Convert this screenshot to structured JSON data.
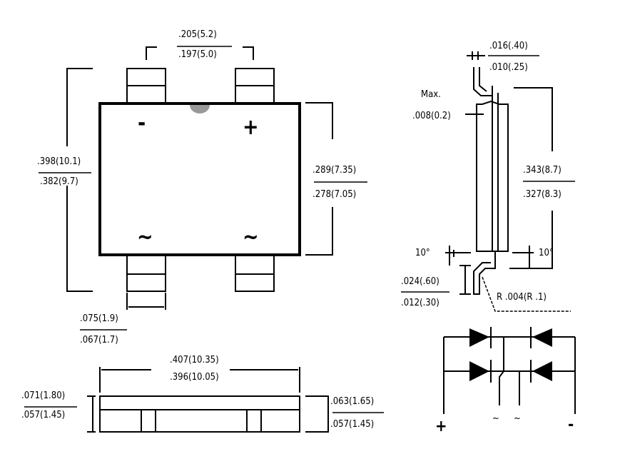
{
  "top_view": {
    "pin_pitch": {
      "max": ".205(5.2)",
      "min": ".197(5.0)"
    },
    "overall_height": {
      "max": ".398(10.1)",
      "min": ".382(9.7)"
    },
    "body_height": {
      "max": ".289(7.35)",
      "min": ".278(7.05)"
    },
    "pin_width": {
      "max": ".075(1.9)",
      "min": ".067(1.7)"
    },
    "pin_labels": {
      "top_left": "-",
      "top_right": "+",
      "bottom_left": "~",
      "bottom_right": "~"
    }
  },
  "side_view": {
    "lead_thickness": {
      "max": ".016(.40)",
      "min": ".010(.25)"
    },
    "max_label": "Max.",
    "max_value": ".008(0.2)",
    "body_length": {
      "max": ".343(8.7)",
      "min": ".327(8.3)"
    },
    "angle_left": "10°",
    "angle_right": "10°",
    "lead_length": {
      "max": ".024(.60)",
      "min": ".012(.30)"
    },
    "radius": "R .004(R .1)"
  },
  "bottom_view": {
    "length": {
      "max": ".407(10.35)",
      "min": ".396(10.05)"
    },
    "height_left": {
      "max": ".071(1.80)",
      "min": ".057(1.45)"
    },
    "height_right": {
      "max": ".063(1.65)",
      "min": ".057(1.45)"
    }
  },
  "schematic": {
    "labels": [
      "+",
      "~",
      "~",
      "-"
    ]
  }
}
